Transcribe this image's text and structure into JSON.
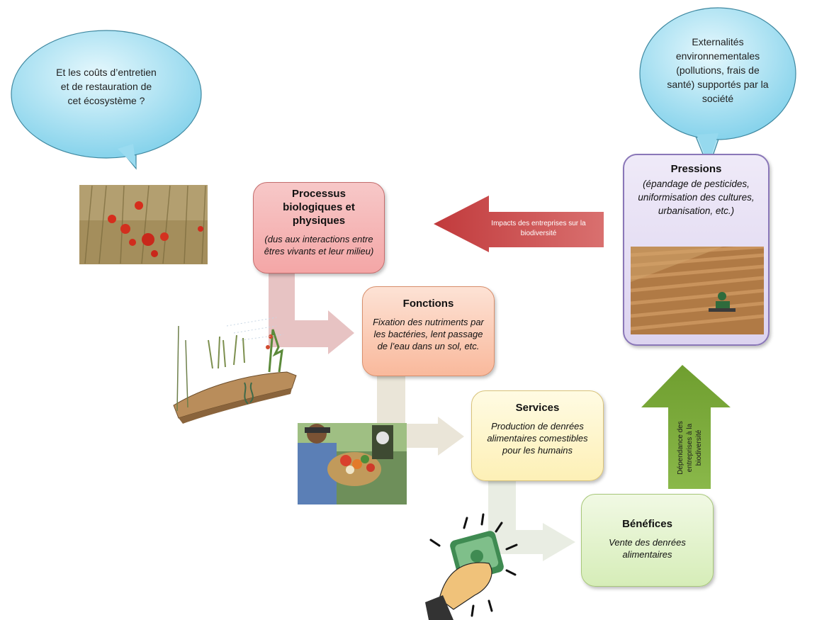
{
  "bubbles": {
    "left": "Et les coûts d’entretien et de restauration de cet écosystème ?",
    "right": "Externalités environnementales (pollutions, frais de santé) supportés par la société"
  },
  "boxes": {
    "processus": {
      "title": "Processus biologiques et physiques",
      "desc": "(dus aux interactions entre êtres vivants et leur milieu)"
    },
    "fonctions": {
      "title": "Fonctions",
      "desc": "Fixation des nutriments par les bactéries, lent passage de l’eau dans un sol, etc."
    },
    "services": {
      "title": "Services",
      "desc": "Production de denrées alimentaires comestibles pour les humains"
    },
    "benefices": {
      "title": "Bénéfices",
      "desc": "Vente des denrées alimentaires"
    },
    "pressions": {
      "title": "Pressions",
      "desc": "(épandage de pesticides, uniformisation des cultures, urbanisation, etc.)"
    }
  },
  "arrows": {
    "impacts_line1": "Impacts des entreprises sur la",
    "impacts_line2": "biodiversité",
    "dependance_line1": "Dépendance des",
    "dependance_line2": "entreprises à la",
    "dependance_line3": "biodiversité"
  },
  "colors": {
    "bubble_fill": "#8fd8ef",
    "impacts_arrow": "#a8282b",
    "dependance_arrow": "#7eaa3a",
    "pressions_border": "#8a77b8"
  }
}
